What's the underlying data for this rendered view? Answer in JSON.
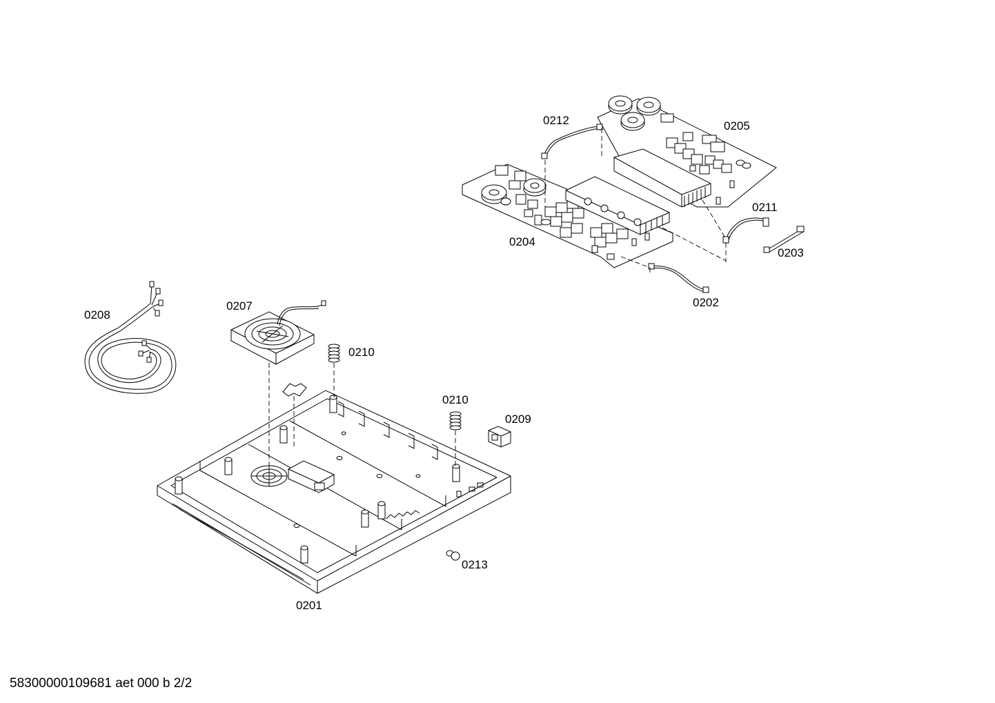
{
  "labels": {
    "p0201": "0201",
    "p0202": "0202",
    "p0203": "0203",
    "p0204": "0204",
    "p0205": "0205",
    "p0207": "0207",
    "p0208": "0208",
    "p0209": "0209",
    "p0210a": "0210",
    "p0210b": "0210",
    "p0211": "0211",
    "p0212": "0212",
    "p0213": "0213"
  },
  "footer": "58300000109681 aet 000 b 2/2"
}
